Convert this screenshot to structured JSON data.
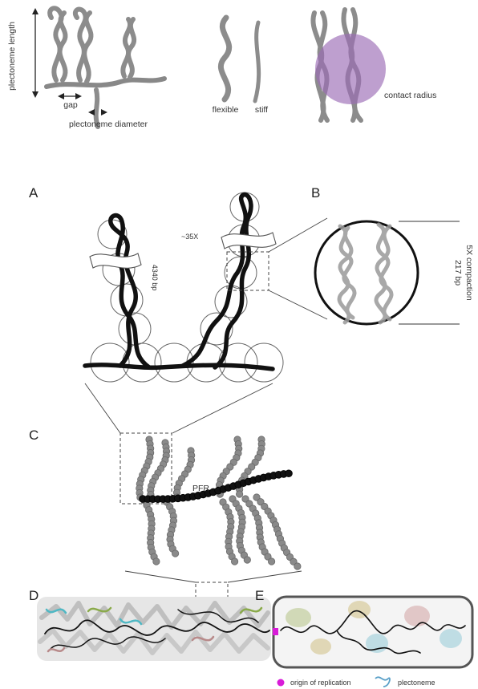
{
  "top_schematic": {
    "plectoneme_length": "plectoneme length",
    "gap": "gap",
    "plectoneme_diameter": "plectoneme diameter",
    "flexible": "flexible",
    "stiff": "stiff",
    "contact_radius": "contact radius"
  },
  "panels": {
    "a": "A",
    "b": "B",
    "c": "C",
    "d": "D",
    "e": "E"
  },
  "panel_a": {
    "compaction": "~35X",
    "length_bp": "4340 bp"
  },
  "panel_b": {
    "bp": "217 bp",
    "compaction": "5X compaction"
  },
  "panel_c": {
    "pfr": "PFR"
  },
  "legend": {
    "origin": "origin of replication",
    "plectoneme": "plectoneme"
  },
  "colors": {
    "contact_circle": "#9b6bb5",
    "origin_dot": "#d81bd8",
    "plectoneme_icon": "#5aa0c8",
    "strand_dark": "#111111",
    "strand_gray": "#8a8a8a"
  }
}
